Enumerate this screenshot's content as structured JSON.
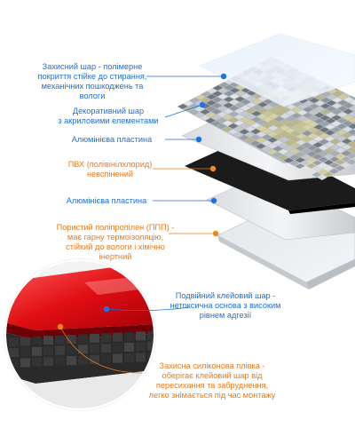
{
  "colors": {
    "blue": "#1f6fd1",
    "orange": "#e87a1a",
    "dot_blue": "#1a73e8",
    "dot_orange": "#f08a1c"
  },
  "layers": [
    {
      "text": "Захисний шар - полімерне\nпокриття стійке до стирання,\nмеханічних пошкоджень та\nвологи",
      "color": "blue"
    },
    {
      "text": "Декоративний шар\nз акриловими елементами",
      "color": "blue"
    },
    {
      "text": "Алюмінієва пластина",
      "color": "blue"
    },
    {
      "text": "ПВХ (полівінілхлорид)\nневспінений",
      "color": "orange"
    },
    {
      "text": "Алюмінієва пластина",
      "color": "blue"
    },
    {
      "text": "Пористий поліпропілен (ППП) -\nмає гарну термоізоляцію,\nстійкий до вологи і хімічно\nінертний",
      "color": "orange"
    },
    {
      "text": "Подвійний клейовий шар -\nнетоксична основа з високим\nрівнем адгезії",
      "color": "blue"
    },
    {
      "text": "Захисна силіконова плівка -\nоберігає клейовий шар від\nпересихання та забруднення,\nлегко знімається під час монтажу",
      "color": "orange"
    }
  ]
}
